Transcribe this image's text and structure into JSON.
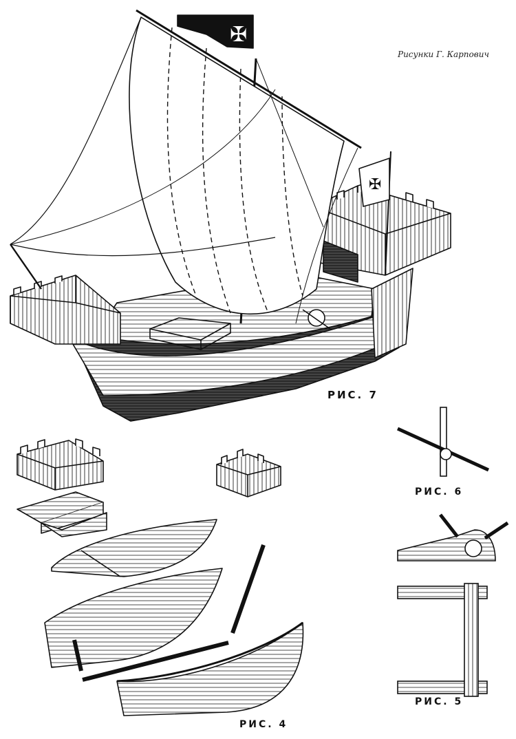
{
  "credit": "Рисунки Г. Карпович",
  "figures": {
    "fig7": "РИС. 7",
    "fig6": "РИС. 6",
    "fig5": "РИС. 5",
    "fig4": "РИС. 4"
  },
  "colors": {
    "ink": "#111111",
    "paper": "#ffffff"
  }
}
